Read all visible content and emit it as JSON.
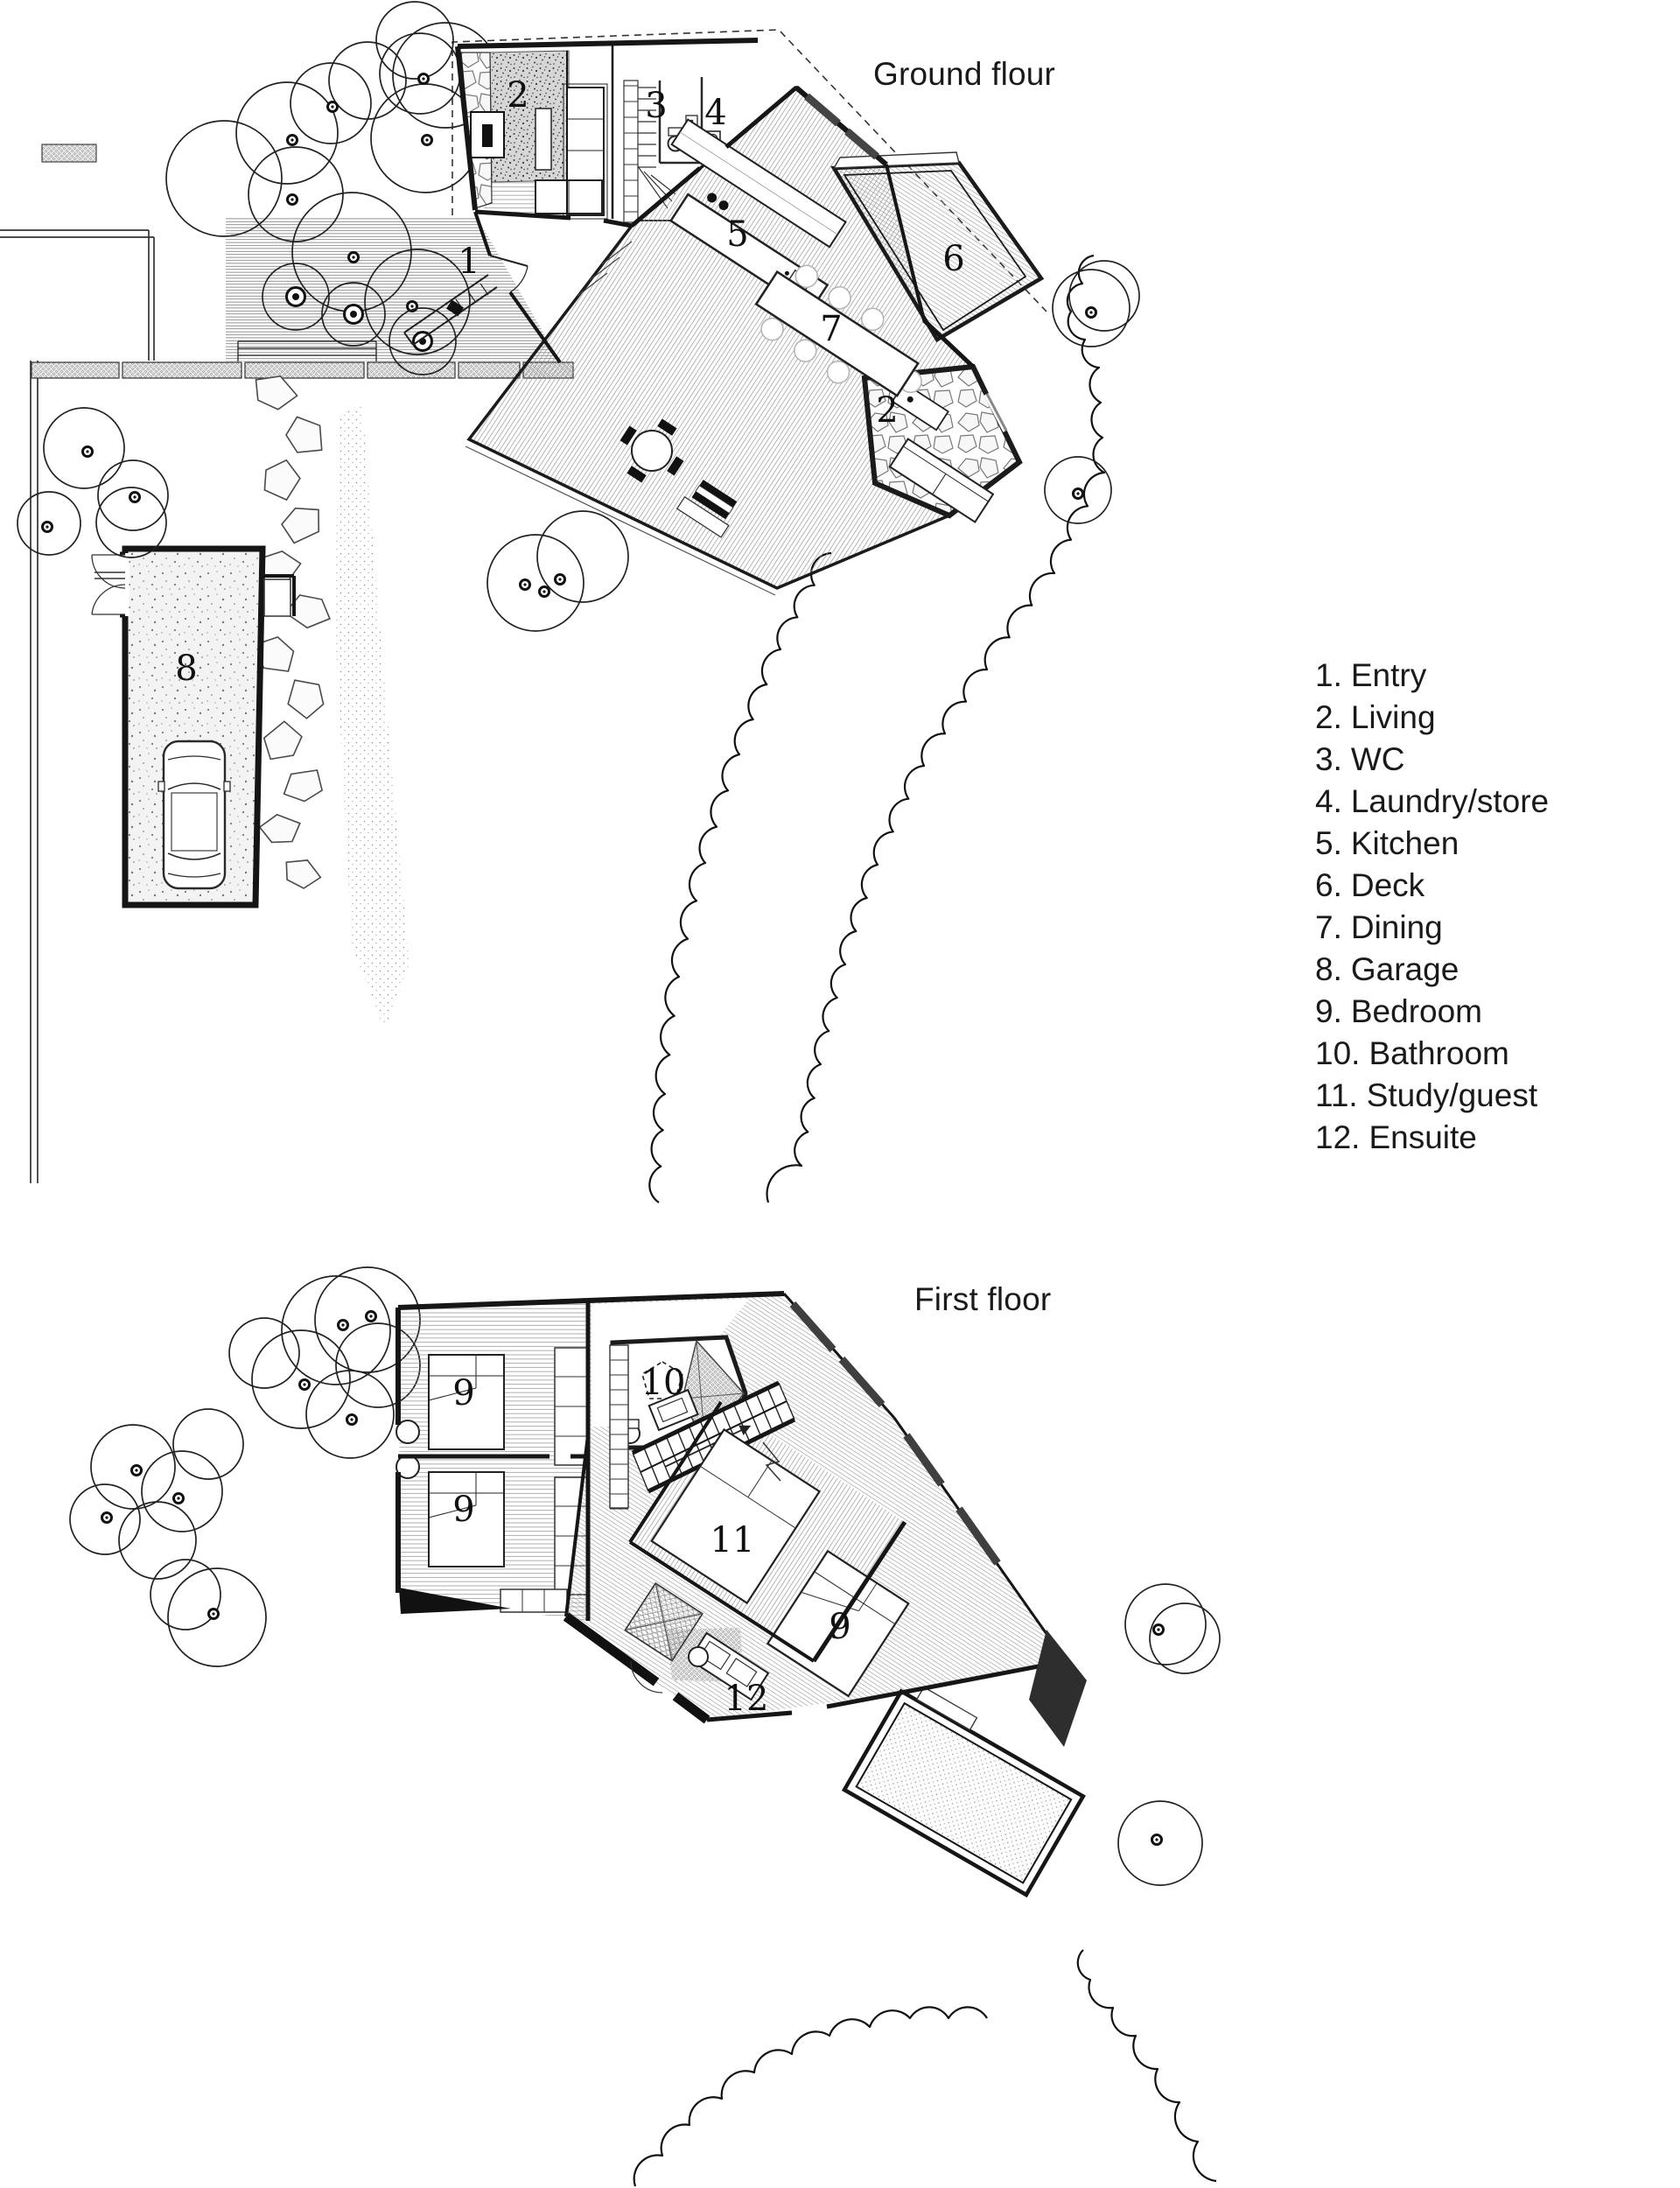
{
  "page": {
    "background": "#ffffff",
    "ink": "#1a1a1a"
  },
  "ground_floor": {
    "title": "Ground flour",
    "labels": [
      {
        "n": "1"
      },
      {
        "n": "2"
      },
      {
        "n": "3"
      },
      {
        "n": "4"
      },
      {
        "n": "5"
      },
      {
        "n": "6"
      },
      {
        "n": "7"
      },
      {
        "n": "2"
      },
      {
        "n": "8"
      }
    ]
  },
  "first_floor": {
    "title": "First floor",
    "labels": [
      {
        "n": "9"
      },
      {
        "n": "9"
      },
      {
        "n": "10"
      },
      {
        "n": "11"
      },
      {
        "n": "9"
      },
      {
        "n": "12"
      }
    ]
  },
  "legend": {
    "items": [
      {
        "n": "1.",
        "label": "Entry"
      },
      {
        "n": "2.",
        "label": "Living"
      },
      {
        "n": "3.",
        "label": "WC"
      },
      {
        "n": "4.",
        "label": "Laundry/store"
      },
      {
        "n": "5.",
        "label": "Kitchen"
      },
      {
        "n": "6.",
        "label": "Deck"
      },
      {
        "n": "7.",
        "label": "Dining"
      },
      {
        "n": "8.",
        "label": "Garage"
      },
      {
        "n": "9.",
        "label": "Bedroom"
      },
      {
        "n": "10.",
        "label": "Bathroom"
      },
      {
        "n": "11.",
        "label": "Study/guest"
      },
      {
        "n": "12.",
        "label": "Ensuite"
      }
    ]
  }
}
